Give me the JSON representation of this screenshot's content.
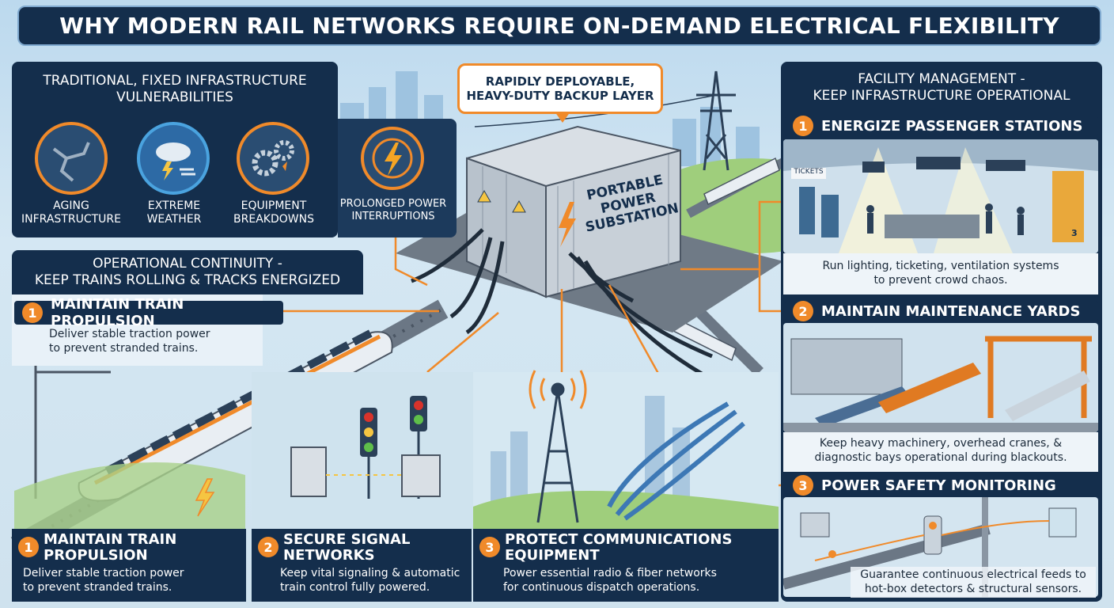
{
  "title": "WHY MODERN RAIL NETWORKS REQUIRE ON-DEMAND ELECTRICAL FLEXIBILITY",
  "vulnerabilities": {
    "heading_line1": "TRADITIONAL, FIXED INFRASTRUCTURE",
    "heading_line2": "VULNERABILITIES",
    "items": [
      {
        "line1": "AGING",
        "line2": "INFRASTRUCTURE",
        "icon": "cracked-wall-icon"
      },
      {
        "line1": "EXTREME",
        "line2": "WEATHER",
        "icon": "storm-cloud-icon"
      },
      {
        "line1": "EQUIPMENT",
        "line2": "BREAKDOWNS",
        "icon": "broken-gears-icon"
      },
      {
        "line1": "PROLONGED POWER",
        "line2": "INTERRUPTIONS",
        "icon": "lightning-bolt-icon"
      }
    ]
  },
  "callout": {
    "line1": "RAPIDLY DEPLOYABLE,",
    "line2": "HEAVY-DUTY BACKUP LAYER"
  },
  "substation": {
    "line1": "PORTABLE",
    "line2": "POWER",
    "line3": "SUBSTATION"
  },
  "operational": {
    "heading_line1": "OPERATIONAL CONTINUITY -",
    "heading_line2": "KEEP TRAINS ROLLING & TRACKS ENERGIZED",
    "step1": {
      "num": "1",
      "title": "MAINTAIN TRAIN PROPULSION",
      "line1": "Deliver stable traction power",
      "line2": "to prevent stranded trains."
    }
  },
  "bottom_cards": [
    {
      "num": "1",
      "line1": "MAINTAIN TRAIN",
      "line2": "PROPULSION",
      "desc1": "Deliver stable traction power",
      "desc2": "to prevent stranded trains."
    },
    {
      "num": "2",
      "line1": "SECURE SIGNAL",
      "line2": "NETWORKS",
      "desc1": "Keep vital signaling & automatic",
      "desc2": "train control fully powered."
    },
    {
      "num": "3",
      "line1": "PROTECT COMMUNICATIONS",
      "line2": "EQUIPMENT",
      "desc1": "Power essential radio & fiber networks",
      "desc2": "for continuous dispatch operations."
    }
  ],
  "facility": {
    "heading_line1": "FACILITY MANAGEMENT -",
    "heading_line2": "KEEP INFRASTRUCTURE OPERATIONAL",
    "steps": [
      {
        "num": "1",
        "title": "ENERGIZE PASSENGER STATIONS",
        "desc1": "Run lighting, ticketing, ventilation systems",
        "desc2": "to prevent crowd chaos."
      },
      {
        "num": "2",
        "title": "MAINTAIN MAINTENANCE YARDS",
        "desc1": "Keep heavy machinery, overhead cranes, &",
        "desc2": "diagnostic bays operational during blackouts."
      },
      {
        "num": "3",
        "title": "POWER SAFETY MONITORING",
        "desc1": "Guarantee continuous electrical feeds to",
        "desc2": "hot-box detectors & structural sensors."
      }
    ],
    "ticket_sign": "TICKETS",
    "platform_sign": "3"
  },
  "colors": {
    "navy": "#142e4c",
    "orange": "#f08a2a",
    "sky": "#bcd9ee"
  }
}
